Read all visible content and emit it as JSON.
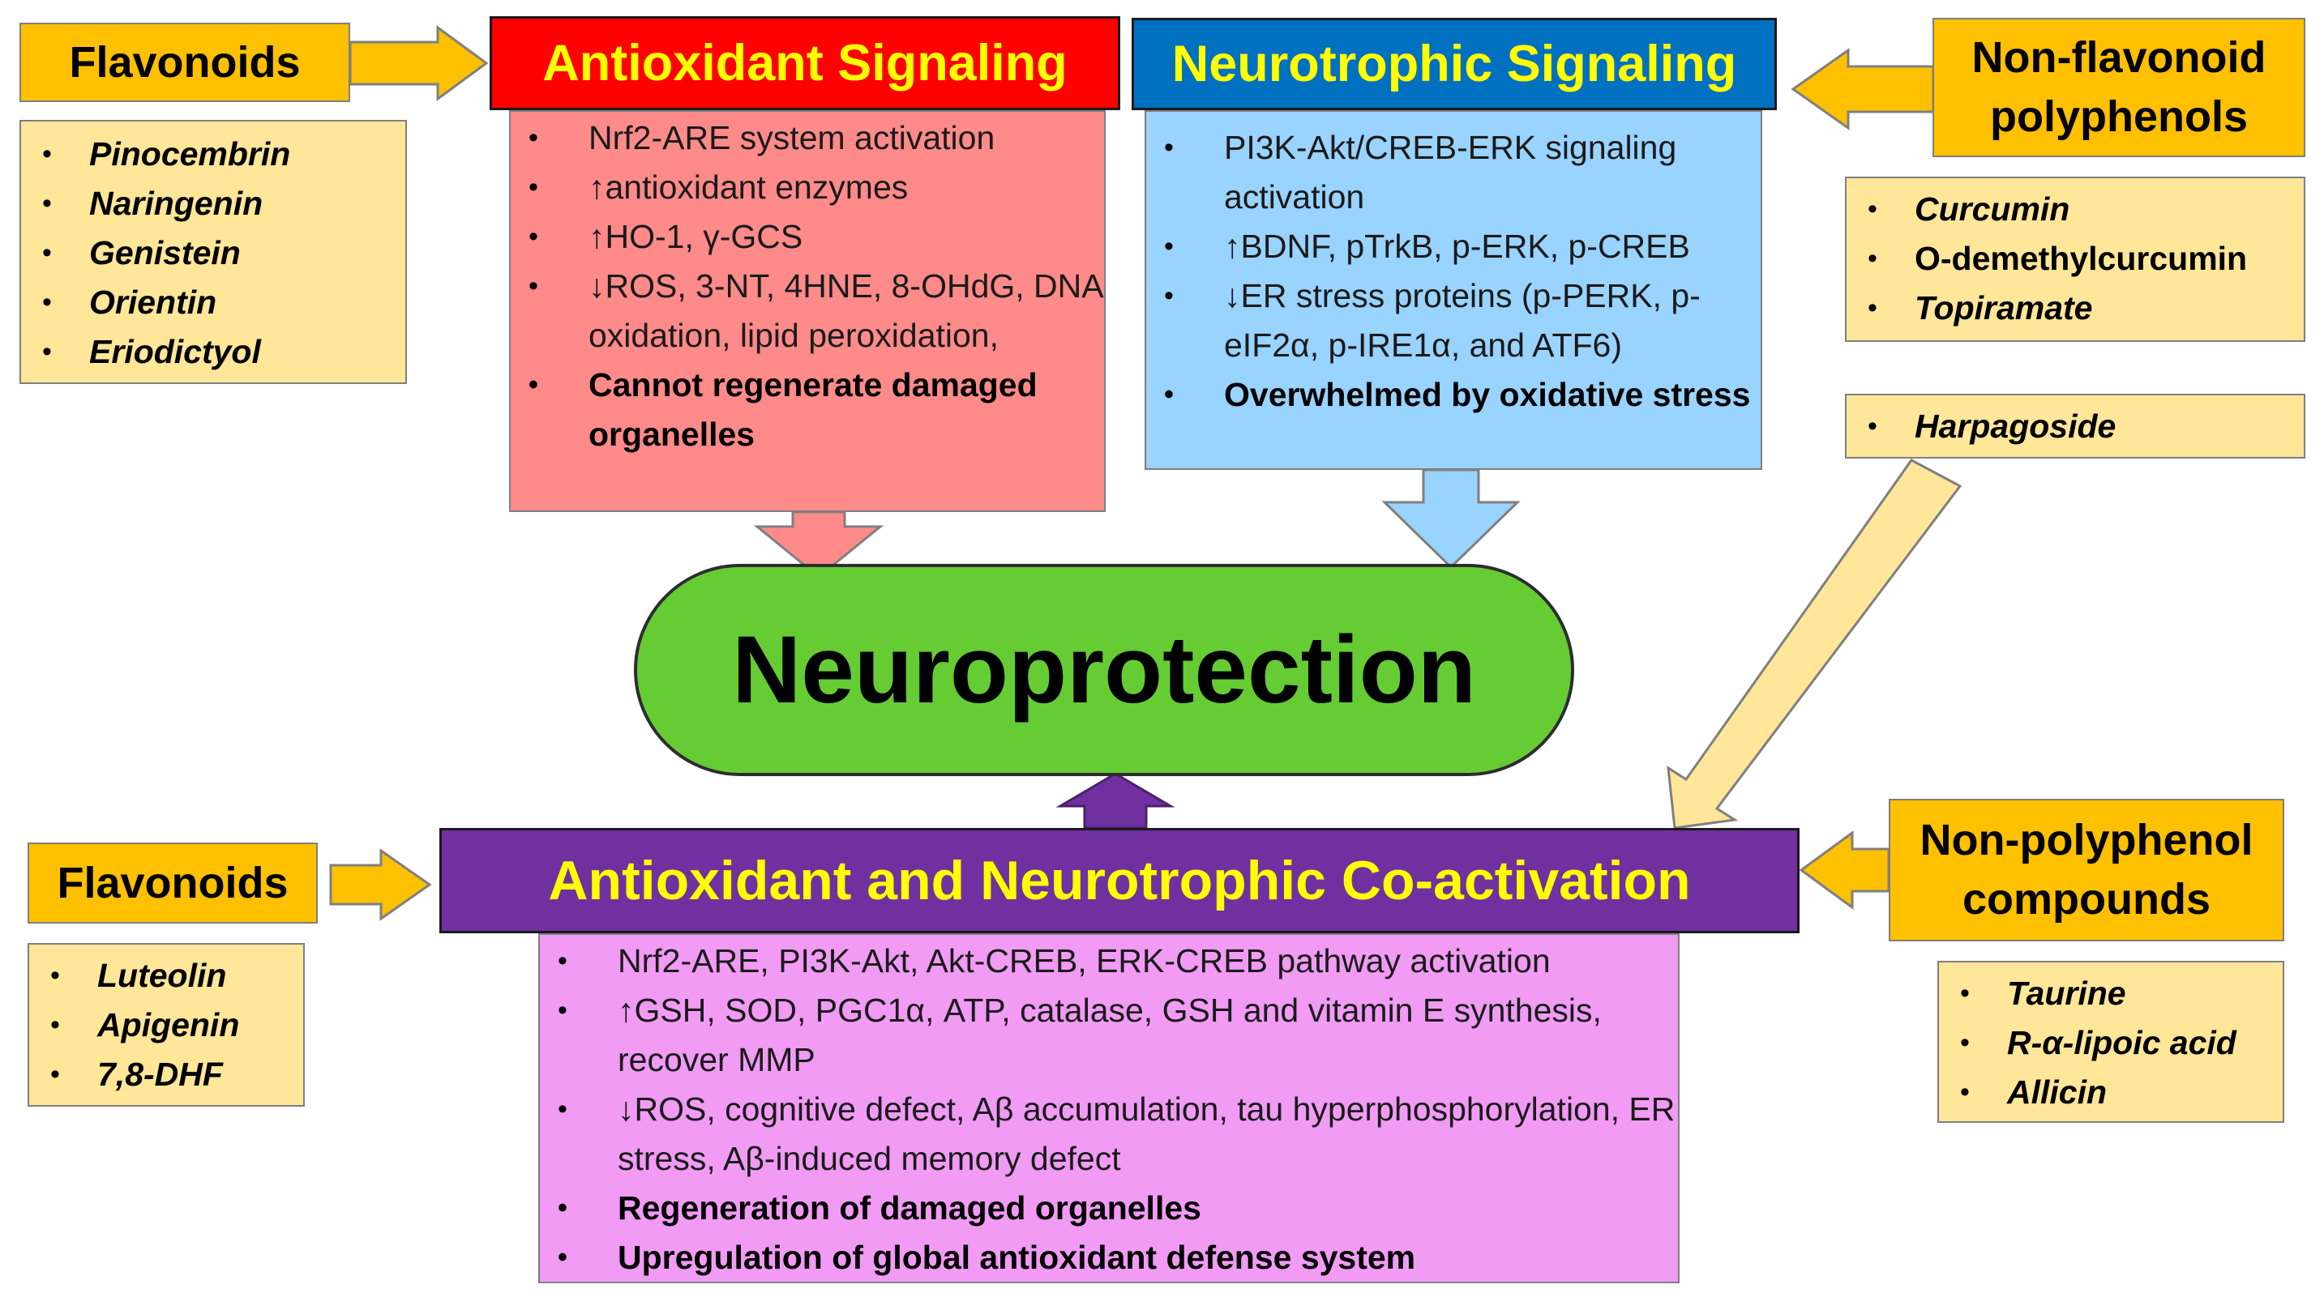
{
  "colors": {
    "tag_fill": "#ffc000",
    "list_fill": "#ffe699",
    "antioxidant_header": "#ff0000",
    "antioxidant_panel": "#ff8a8a",
    "neurotrophic_header": "#0070c0",
    "neurotrophic_panel": "#99d3ff",
    "coactivation_header": "#7030a0",
    "coactivation_panel": "#f19bf5",
    "neuroprotection_fill": "#66cc33",
    "header_text": "#ffff00"
  },
  "center": {
    "label": "Neuroprotection"
  },
  "top_left": {
    "tag": "Flavonoids",
    "compounds": [
      "Pinocembrin",
      "Naringenin",
      "Genistein",
      "Orientin",
      "Eriodictyol"
    ]
  },
  "top_right": {
    "tag_line1": "Non-flavonoid",
    "tag_line2": "polyphenols",
    "compounds": [
      "Curcumin",
      "O-demethylcurcumin",
      "Topiramate"
    ],
    "extra_compound": "Harpagoside"
  },
  "bottom_left": {
    "tag": "Flavonoids",
    "compounds": [
      "Luteolin",
      "Apigenin",
      "7,8-DHF"
    ]
  },
  "bottom_right": {
    "tag_line1": "Non-polyphenol",
    "tag_line2": "compounds",
    "compounds": [
      "Taurine",
      "R-α-lipoic acid",
      "Allicin"
    ]
  },
  "antioxidant": {
    "title": "Antioxidant Signaling",
    "items": [
      "Nrf2-ARE system activation",
      "↑antioxidant enzymes",
      "↑HO-1, γ-GCS",
      "↓ROS, 3-NT, 4HNE, 8-OHdG, DNA oxidation, lipid peroxidation,",
      "Cannot regenerate damaged organelles"
    ]
  },
  "neurotrophic": {
    "title": "Neurotrophic Signaling",
    "items": [
      "PI3K-Akt/CREB-ERK signaling activation",
      "↑BDNF, pTrkB, p-ERK, p-CREB",
      "↓ER stress proteins (p-PERK, p-eIF2α, p-IRE1α, and ATF6)",
      "Overwhelmed by oxidative stress"
    ]
  },
  "coactivation": {
    "title": "Antioxidant and Neurotrophic Co-activation",
    "items": [
      "Nrf2-ARE, PI3K-Akt, Akt-CREB, ERK-CREB pathway activation",
      "↑GSH, SOD, PGC1α, ATP, catalase, GSH and vitamin E synthesis, recover MMP",
      "↓ROS, cognitive defect, Aβ accumulation, tau hyperphosphorylation,  ER stress, Aβ-induced memory defect",
      "Regeneration of damaged organelles",
      "Upregulation of global antioxidant defense system"
    ]
  }
}
